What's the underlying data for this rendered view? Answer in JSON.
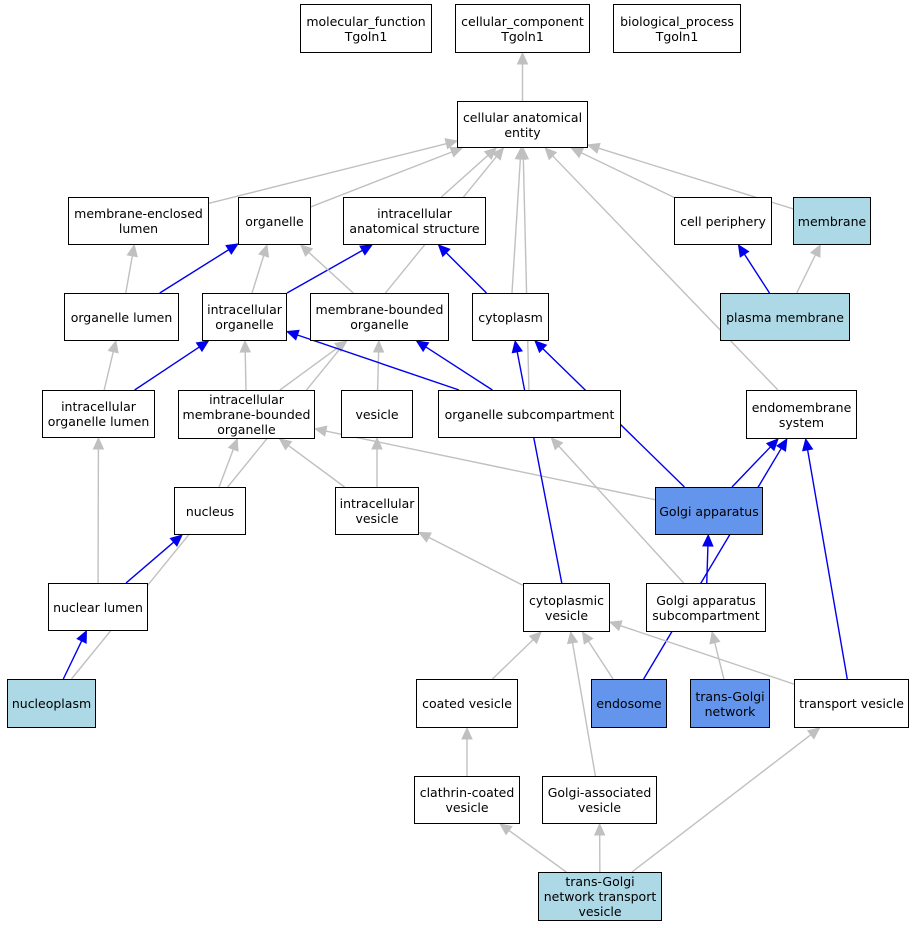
{
  "colors": {
    "background": "#ffffff",
    "node_default": "#ffffff",
    "node_light_blue": "#add8e6",
    "node_cornflower": "#6495ed",
    "edge_grey": "#c0c0c0",
    "edge_blue": "#0000ee"
  },
  "nodes": {
    "molecular_function": {
      "label": "molecular_function\nTgoln1",
      "fill": "default"
    },
    "cellular_component": {
      "label": "cellular_component\nTgoln1",
      "fill": "default"
    },
    "biological_process": {
      "label": "biological_process\nTgoln1",
      "fill": "default"
    },
    "cellular_anatomical_entity": {
      "label": "cellular anatomical\nentity",
      "fill": "default"
    },
    "membrane_enclosed_lumen": {
      "label": "membrane-enclosed\nlumen",
      "fill": "default"
    },
    "organelle": {
      "label": "organelle",
      "fill": "default"
    },
    "intracellular_anatomical_structure": {
      "label": "intracellular\nanatomical structure",
      "fill": "default"
    },
    "cell_periphery": {
      "label": "cell periphery",
      "fill": "default"
    },
    "membrane": {
      "label": "membrane",
      "fill": "light_blue"
    },
    "organelle_lumen": {
      "label": "organelle lumen",
      "fill": "default"
    },
    "intracellular_organelle": {
      "label": "intracellular\norganelle",
      "fill": "default"
    },
    "membrane_bounded_organelle": {
      "label": "membrane-bounded\norganelle",
      "fill": "default"
    },
    "cytoplasm": {
      "label": "cytoplasm",
      "fill": "default"
    },
    "plasma_membrane": {
      "label": "plasma membrane",
      "fill": "light_blue"
    },
    "intracellular_organelle_lumen": {
      "label": "intracellular\norganelle lumen",
      "fill": "default"
    },
    "intracellular_membrane_bounded_organelle": {
      "label": "intracellular\nmembrane-bounded\norganelle",
      "fill": "default"
    },
    "vesicle": {
      "label": "vesicle",
      "fill": "default"
    },
    "organelle_subcompartment": {
      "label": "organelle subcompartment",
      "fill": "default"
    },
    "endomembrane_system": {
      "label": "endomembrane\nsystem",
      "fill": "default"
    },
    "nucleus": {
      "label": "nucleus",
      "fill": "default"
    },
    "intracellular_vesicle": {
      "label": "intracellular\nvesicle",
      "fill": "default"
    },
    "golgi_apparatus": {
      "label": "Golgi apparatus",
      "fill": "cornflower"
    },
    "nuclear_lumen": {
      "label": "nuclear lumen",
      "fill": "default"
    },
    "cytoplasmic_vesicle": {
      "label": "cytoplasmic\nvesicle",
      "fill": "default"
    },
    "golgi_apparatus_subcompartment": {
      "label": "Golgi apparatus\nsubcompartment",
      "fill": "default"
    },
    "nucleoplasm": {
      "label": "nucleoplasm",
      "fill": "light_blue"
    },
    "coated_vesicle": {
      "label": "coated vesicle",
      "fill": "default"
    },
    "endosome": {
      "label": "endosome",
      "fill": "cornflower"
    },
    "trans_golgi_network": {
      "label": "trans-Golgi\nnetwork",
      "fill": "cornflower"
    },
    "transport_vesicle": {
      "label": "transport vesicle",
      "fill": "default"
    },
    "clathrin_coated_vesicle": {
      "label": "clathrin-coated\nvesicle",
      "fill": "default"
    },
    "golgi_associated_vesicle": {
      "label": "Golgi-associated\nvesicle",
      "fill": "default"
    },
    "trans_golgi_network_transport_vesicle": {
      "label": "trans-Golgi\nnetwork transport\nvesicle",
      "fill": "light_blue"
    }
  },
  "edges": [
    {
      "from": "cellular_anatomical_entity",
      "to": "cellular_component",
      "color": "grey"
    },
    {
      "from": "membrane_enclosed_lumen",
      "to": "cellular_anatomical_entity",
      "color": "grey"
    },
    {
      "from": "organelle",
      "to": "cellular_anatomical_entity",
      "color": "grey"
    },
    {
      "from": "intracellular_anatomical_structure",
      "to": "cellular_anatomical_entity",
      "color": "grey"
    },
    {
      "from": "cell_periphery",
      "to": "cellular_anatomical_entity",
      "color": "grey"
    },
    {
      "from": "membrane",
      "to": "cellular_anatomical_entity",
      "color": "grey"
    },
    {
      "from": "cytoplasm",
      "to": "cellular_anatomical_entity",
      "color": "grey"
    },
    {
      "from": "organelle_subcompartment",
      "to": "cellular_anatomical_entity",
      "color": "grey"
    },
    {
      "from": "endomembrane_system",
      "to": "cellular_anatomical_entity",
      "color": "grey"
    },
    {
      "from": "nucleoplasm",
      "to": "cellular_anatomical_entity",
      "color": "grey"
    },
    {
      "from": "organelle_lumen",
      "to": "membrane_enclosed_lumen",
      "color": "grey"
    },
    {
      "from": "organelle_lumen",
      "to": "organelle",
      "color": "blue"
    },
    {
      "from": "intracellular_organelle",
      "to": "organelle",
      "color": "grey"
    },
    {
      "from": "intracellular_organelle",
      "to": "intracellular_anatomical_structure",
      "color": "blue"
    },
    {
      "from": "membrane_bounded_organelle",
      "to": "organelle",
      "color": "grey"
    },
    {
      "from": "cytoplasm",
      "to": "intracellular_anatomical_structure",
      "color": "blue"
    },
    {
      "from": "plasma_membrane",
      "to": "cell_periphery",
      "color": "blue"
    },
    {
      "from": "plasma_membrane",
      "to": "membrane",
      "color": "grey"
    },
    {
      "from": "intracellular_organelle_lumen",
      "to": "organelle_lumen",
      "color": "grey"
    },
    {
      "from": "intracellular_organelle_lumen",
      "to": "intracellular_organelle",
      "color": "blue"
    },
    {
      "from": "intracellular_membrane_bounded_organelle",
      "to": "intracellular_organelle",
      "color": "grey"
    },
    {
      "from": "intracellular_membrane_bounded_organelle",
      "to": "membrane_bounded_organelle",
      "color": "grey"
    },
    {
      "from": "vesicle",
      "to": "membrane_bounded_organelle",
      "color": "grey"
    },
    {
      "from": "organelle_subcompartment",
      "to": "membrane_bounded_organelle",
      "color": "blue"
    },
    {
      "from": "organelle_subcompartment",
      "to": "intracellular_organelle",
      "color": "blue"
    },
    {
      "from": "nucleus",
      "to": "intracellular_membrane_bounded_organelle",
      "color": "grey"
    },
    {
      "from": "intracellular_vesicle",
      "to": "intracellular_membrane_bounded_organelle",
      "color": "grey"
    },
    {
      "from": "intracellular_vesicle",
      "to": "vesicle",
      "color": "grey"
    },
    {
      "from": "golgi_apparatus",
      "to": "intracellular_membrane_bounded_organelle",
      "color": "grey"
    },
    {
      "from": "golgi_apparatus",
      "to": "endomembrane_system",
      "color": "blue"
    },
    {
      "from": "golgi_apparatus",
      "to": "cytoplasm",
      "color": "blue"
    },
    {
      "from": "nuclear_lumen",
      "to": "intracellular_organelle_lumen",
      "color": "grey"
    },
    {
      "from": "nuclear_lumen",
      "to": "nucleus",
      "color": "blue"
    },
    {
      "from": "nucleoplasm",
      "to": "nuclear_lumen",
      "color": "blue"
    },
    {
      "from": "cytoplasmic_vesicle",
      "to": "intracellular_vesicle",
      "color": "grey"
    },
    {
      "from": "cytoplasmic_vesicle",
      "to": "cytoplasm",
      "color": "blue"
    },
    {
      "from": "golgi_apparatus_subcompartment",
      "to": "golgi_apparatus",
      "color": "blue"
    },
    {
      "from": "golgi_apparatus_subcompartment",
      "to": "organelle_subcompartment",
      "color": "grey"
    },
    {
      "from": "coated_vesicle",
      "to": "cytoplasmic_vesicle",
      "color": "grey"
    },
    {
      "from": "endosome",
      "to": "cytoplasmic_vesicle",
      "color": "grey"
    },
    {
      "from": "endosome",
      "to": "endomembrane_system",
      "color": "blue"
    },
    {
      "from": "trans_golgi_network",
      "to": "golgi_apparatus_subcompartment",
      "color": "grey"
    },
    {
      "from": "transport_vesicle",
      "to": "cytoplasmic_vesicle",
      "color": "grey"
    },
    {
      "from": "transport_vesicle",
      "to": "endomembrane_system",
      "color": "blue"
    },
    {
      "from": "golgi_associated_vesicle",
      "to": "cytoplasmic_vesicle",
      "color": "grey"
    },
    {
      "from": "clathrin_coated_vesicle",
      "to": "coated_vesicle",
      "color": "grey"
    },
    {
      "from": "trans_golgi_network_transport_vesicle",
      "to": "clathrin_coated_vesicle",
      "color": "grey"
    },
    {
      "from": "trans_golgi_network_transport_vesicle",
      "to": "golgi_associated_vesicle",
      "color": "grey"
    },
    {
      "from": "trans_golgi_network_transport_vesicle",
      "to": "transport_vesicle",
      "color": "grey"
    }
  ]
}
